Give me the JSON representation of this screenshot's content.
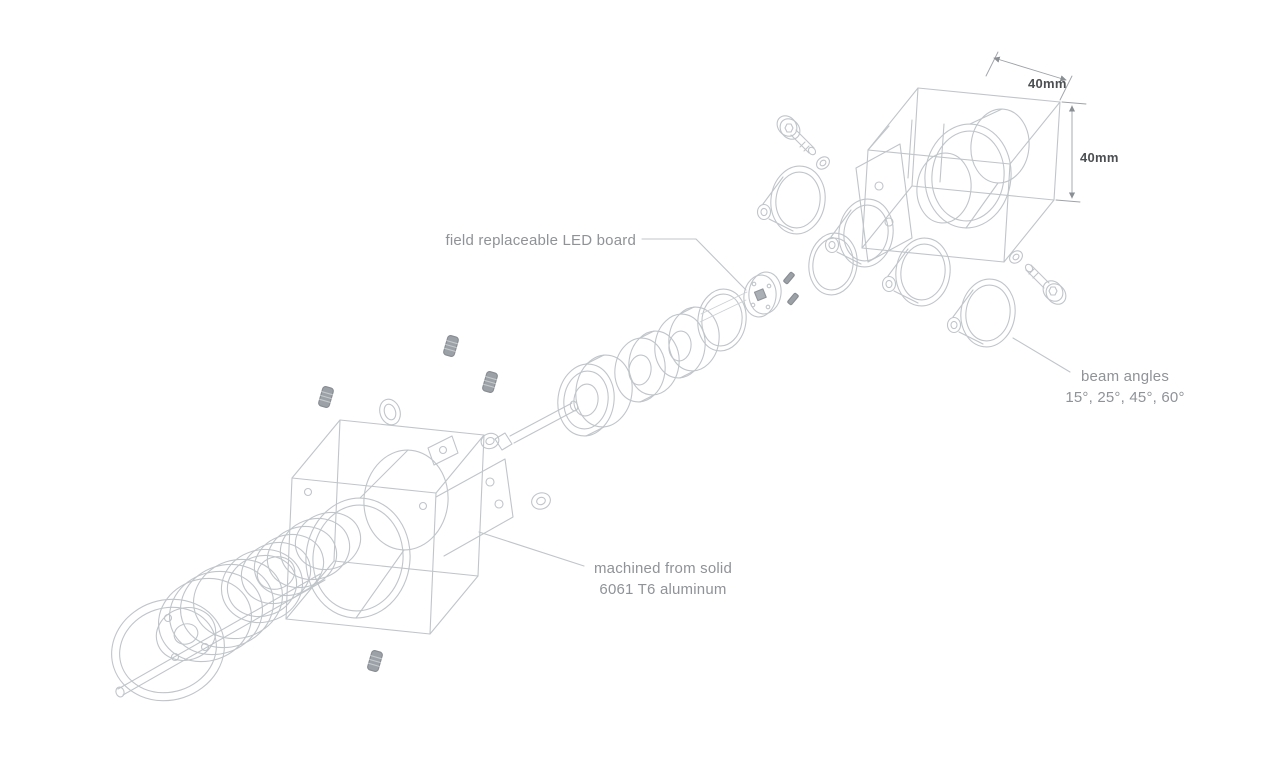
{
  "canvas": {
    "background": "#ffffff",
    "line_color": "#c0c5ca",
    "annotation_text_color": "#8f9397",
    "dimension_text_color": "#4c4f52"
  },
  "annotations": {
    "led_board": {
      "text": "field replaceable LED board"
    },
    "material": {
      "line1": "machined from solid",
      "line2": "6061 T6 aluminum"
    },
    "beam_angles": {
      "line1": "beam angles",
      "line2": "15°, 25°, 45°, 60°"
    },
    "dimension_top": {
      "text": "40mm"
    },
    "dimension_right": {
      "text": "40mm"
    }
  }
}
